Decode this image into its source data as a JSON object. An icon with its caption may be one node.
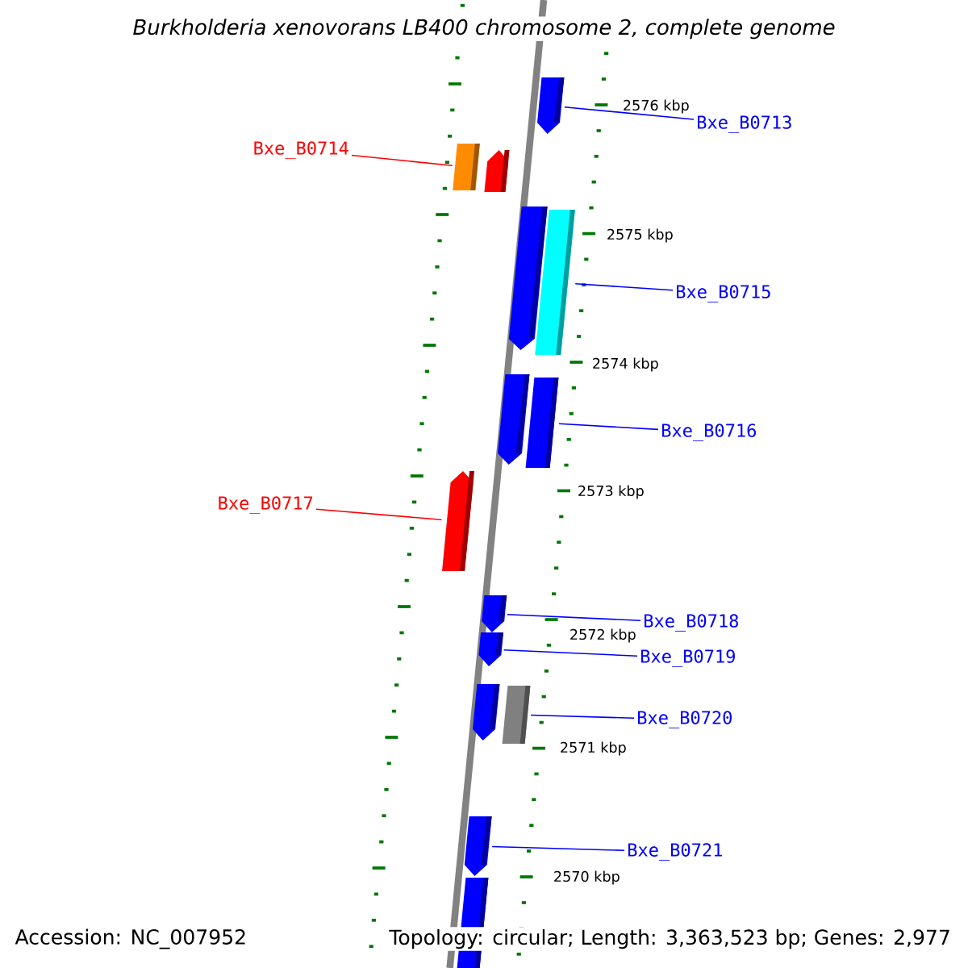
{
  "diagram": {
    "title": "Burkholderia xenovorans LB400 chromosome 2, complete genome",
    "nodes": [
      {
        "text": [
          "Bxe_B0713"
        ]
      },
      {
        "text": [
          "Bxe_B0714"
        ]
      },
      {
        "text": [
          "Bxe_B0715"
        ]
      },
      {
        "text": [
          "Bxe_B0716"
        ]
      },
      {
        "text": [
          "Bxe_B0717"
        ]
      },
      {
        "text": [
          "Bxe_B0718"
        ]
      },
      {
        "text": [
          "Bxe_B0719"
        ]
      },
      {
        "text": [
          "Bxe_B0720"
        ]
      },
      {
        "text": [
          "Bxe_B0721"
        ]
      },
      {
        "text": [],
        "shape": "arrow"
      },
      {
        "text": [],
        "shape": "box"
      },
      {
        "text": [],
        "shape": "arrow"
      },
      {
        "text": [],
        "shape": "arrow"
      },
      {
        "text": [],
        "shape": "box"
      },
      {
        "text": [],
        "shape": "arrow"
      },
      {
        "text": [],
        "shape": "box"
      },
      {
        "text": [],
        "shape": "arrow"
      },
      {
        "text": [],
        "shape": "arrow"
      },
      {
        "text": [],
        "shape": "arrow"
      },
      {
        "text": [],
        "shape": "arrow"
      },
      {
        "text": [],
        "shape": "box"
      },
      {
        "text": [],
        "shape": "arrow"
      },
      {
        "text": [],
        "shape": "box"
      }
    ],
    "edges": [
      {
        "from": 0,
        "to": 9,
        "arrow": "none"
      },
      {
        "from": 1,
        "to": 10,
        "arrow": "none",
        "color": "#ff0000"
      },
      {
        "from": 2,
        "to": 13,
        "arrow": "none"
      },
      {
        "from": 3,
        "to": 15,
        "arrow": "none"
      },
      {
        "from": 4,
        "to": 16,
        "arrow": "none",
        "color": "#ff0000"
      },
      {
        "from": 5,
        "to": 17,
        "arrow": "none"
      },
      {
        "from": 6,
        "to": 18,
        "arrow": "none"
      },
      {
        "from": 7,
        "to": 20,
        "arrow": "none"
      },
      {
        "from": 8,
        "to": 21,
        "arrow": "none"
      }
    ],
    "labels": [
      "2576 kbp",
      "2575 kbp",
      "2574 kbp",
      "2573 kbp",
      "2572 kbp",
      "2571 kbp",
      "2570 kbp",
      "Accession: NC_007952",
      "Topology: circular; Length: 3,363,523 bp; Genes: 2,977"
    ]
  }
}
